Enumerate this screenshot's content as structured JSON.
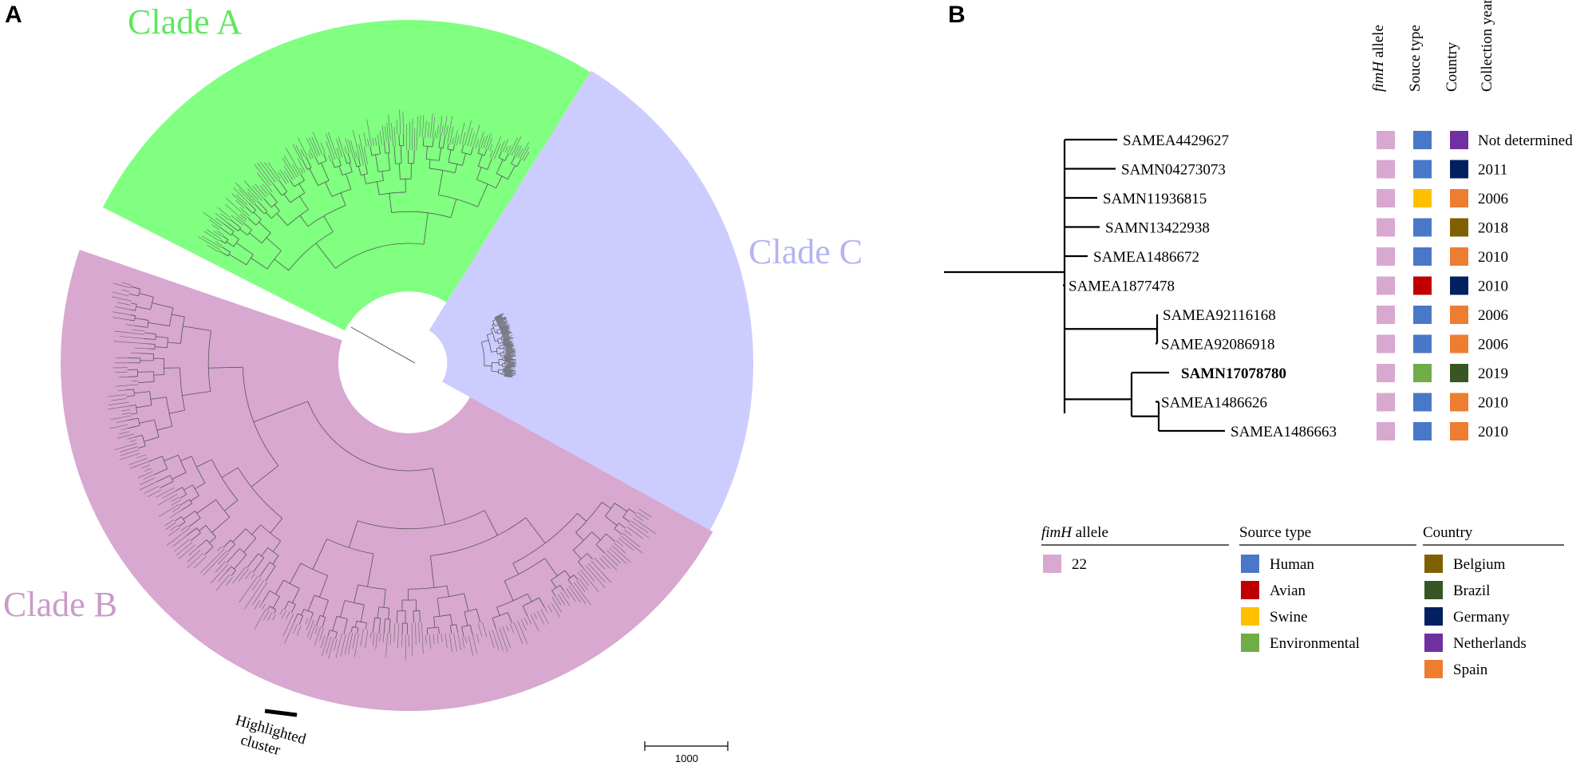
{
  "panels": {
    "a": "A",
    "b": "B"
  },
  "panel_a": {
    "clades": [
      {
        "name": "Clade A",
        "color": "#80ff80",
        "label_color": "#5de85d"
      },
      {
        "name": "Clade C",
        "color": "#ccccff",
        "label_color": "#b4b4f2"
      },
      {
        "name": "Clade B",
        "color": "#d8a8d0",
        "label_color": "#c99bc6"
      }
    ],
    "highlight_label_line1": "Highlighted",
    "highlight_label_line2": "cluster",
    "scale_label": "1000"
  },
  "panel_b": {
    "column_headers": [
      {
        "italic": "fimH",
        "rest": " allele"
      },
      {
        "italic": "",
        "rest": "Souce type"
      },
      {
        "italic": "",
        "rest": "Country"
      },
      {
        "italic": "",
        "rest": "Collection  year"
      }
    ],
    "colors": {
      "allele_22": "#d8a8d0",
      "Human": "#4a78c8",
      "Avian": "#c00000",
      "Swine": "#ffc000",
      "Environmental": "#70ad47",
      "Belgium": "#7f6000",
      "Brazil": "#375623",
      "Germany": "#002060",
      "Netherlands": "#7030a0",
      "Spain": "#ed7d31"
    },
    "rows": [
      {
        "sample": "SAMEA4429627",
        "bold": false,
        "source": "Human",
        "country": "Netherlands",
        "year": "Not determined"
      },
      {
        "sample": "SAMN04273073",
        "bold": false,
        "source": "Human",
        "country": "Germany",
        "year": "2011"
      },
      {
        "sample": "SAMN11936815",
        "bold": false,
        "source": "Swine",
        "country": "Spain",
        "year": "2006"
      },
      {
        "sample": "SAMN13422938",
        "bold": false,
        "source": "Human",
        "country": "Belgium",
        "year": "2018"
      },
      {
        "sample": "SAMEA1486672",
        "bold": false,
        "source": "Human",
        "country": "Spain",
        "year": "2010"
      },
      {
        "sample": "SAMEA1877478",
        "bold": false,
        "source": "Avian",
        "country": "Germany",
        "year": "2010"
      },
      {
        "sample": "SAMEA92116168",
        "bold": false,
        "source": "Human",
        "country": "Spain",
        "year": "2006"
      },
      {
        "sample": "SAMEA92086918",
        "bold": false,
        "source": "Human",
        "country": "Spain",
        "year": "2006"
      },
      {
        "sample": "SAMN17078780",
        "bold": true,
        "source": "Environmental",
        "country": "Brazil",
        "year": "2019"
      },
      {
        "sample": "SAMEA1486626",
        "bold": false,
        "source": "Human",
        "country": "Spain",
        "year": "2010"
      },
      {
        "sample": "SAMEA1486663",
        "bold": false,
        "source": "Human",
        "country": "Spain",
        "year": "2010"
      }
    ],
    "legend": {
      "allele": {
        "title_italic": "fimH",
        "title_rest": " allele",
        "items": [
          "22"
        ]
      },
      "source": {
        "title": "Source type",
        "items": [
          "Human",
          "Avian",
          "Swine",
          "Environmental"
        ]
      },
      "country": {
        "title": "Country",
        "items": [
          "Belgium",
          "Brazil",
          "Germany",
          "Netherlands",
          "Spain"
        ]
      }
    }
  }
}
